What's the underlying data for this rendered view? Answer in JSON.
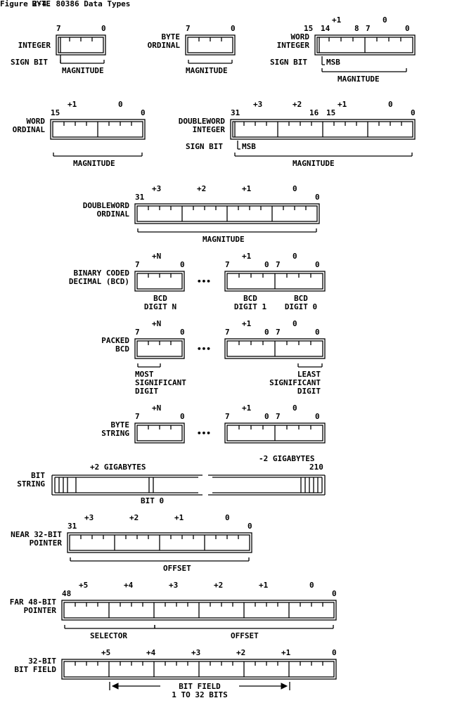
{
  "figure_title": "Figure 2-4.  80386 Data Types",
  "byte_integer": {
    "name_line1": "BYTE",
    "name_line2": "INTEGER",
    "bit_hi": "7",
    "bit_lo": "0",
    "sign_bit": "SIGN BIT",
    "magnitude": "MAGNITUDE"
  },
  "byte_ordinal": {
    "name_line1": "BYTE",
    "name_line2": "ORDINAL",
    "bit_hi": "7",
    "bit_lo": "0",
    "magnitude": "MAGNITUDE"
  },
  "word_integer": {
    "name_line1": "WORD",
    "name_line2": "INTEGER",
    "offset_hi": "+1",
    "offset_lo": "0",
    "bit_15": "15",
    "bit_14": "14",
    "bit_8": "8",
    "bit_7": "7",
    "bit_0": "0",
    "sign_bit": "SIGN BIT",
    "msb": "MSB",
    "magnitude": "MAGNITUDE"
  },
  "word_ordinal": {
    "name_line1": "WORD",
    "name_line2": "ORDINAL",
    "offset_hi": "+1",
    "offset_lo": "0",
    "bit_hi": "15",
    "bit_lo": "0",
    "magnitude": "MAGNITUDE"
  },
  "doubleword_integer": {
    "name_line1": "DOUBLEWORD",
    "name_line2": "INTEGER",
    "offset_3": "+3",
    "offset_2": "+2",
    "offset_1": "+1",
    "offset_0": "0",
    "bit_31": "31",
    "bit_16": "16",
    "bit_15": "15",
    "bit_0": "0",
    "sign_bit": "SIGN BIT",
    "msb": "MSB",
    "magnitude": "MAGNITUDE"
  },
  "doubleword_ordinal": {
    "name_line1": "DOUBLEWORD",
    "name_line2": "ORDINAL",
    "offset_3": "+3",
    "offset_2": "+2",
    "offset_1": "+1",
    "offset_0": "0",
    "bit_hi": "31",
    "bit_lo": "0",
    "magnitude": "MAGNITUDE"
  },
  "bcd": {
    "name_line1": "BINARY CODED",
    "name_line2": "DECIMAL (BCD)",
    "offset_n": "+N",
    "offset_1": "+1",
    "offset_0": "0",
    "bit_7": "7",
    "bit_0": "0",
    "ellipsis": "•••",
    "digit_n_line1": "BCD",
    "digit_n_line2": "DIGIT N",
    "digit_1_line1": "BCD",
    "digit_1_line2": "DIGIT 1",
    "digit_0_line1": "BCD",
    "digit_0_line2": "DIGIT 0"
  },
  "packed_bcd": {
    "name_line1": "PACKED",
    "name_line2": "BCD",
    "offset_n": "+N",
    "offset_1": "+1",
    "offset_0": "0",
    "bit_7": "7",
    "bit_0": "0",
    "ellipsis": "•••",
    "most_line1": "MOST",
    "most_line2": "SIGNIFICANT",
    "most_line3": "DIGIT",
    "least_line1": "LEAST",
    "least_line2": "SIGNIFICANT",
    "least_line3": "DIGIT"
  },
  "byte_string": {
    "name_line1": "BYTE",
    "name_line2": "STRING",
    "offset_n": "+N",
    "offset_1": "+1",
    "offset_0": "0",
    "bit_7": "7",
    "bit_0": "0",
    "ellipsis": "•••"
  },
  "bit_string": {
    "name_line1": "BIT",
    "name_line2": "STRING",
    "plus_2gb": "+2 GIGABYTES",
    "minus_2gb": "-2 GIGABYTES",
    "bits_210": "210",
    "bit_0": "BIT 0"
  },
  "near_pointer": {
    "name_line1": "NEAR 32-BIT",
    "name_line2": "POINTER",
    "offset_3": "+3",
    "offset_2": "+2",
    "offset_1": "+1",
    "offset_0": "0",
    "bit_hi": "31",
    "bit_lo": "0",
    "offset_label": "OFFSET"
  },
  "far_pointer": {
    "name_line1": "FAR 48-BIT",
    "name_line2": "POINTER",
    "offset_5": "+5",
    "offset_4": "+4",
    "offset_3": "+3",
    "offset_2": "+2",
    "offset_1": "+1",
    "offset_0": "0",
    "bit_hi": "48",
    "bit_lo": "0",
    "selector": "SELECTOR",
    "offset_label": "OFFSET"
  },
  "bit_field": {
    "name_line1": "32-BIT",
    "name_line2": "BIT FIELD",
    "offset_5": "+5",
    "offset_4": "+4",
    "offset_3": "+3",
    "offset_2": "+2",
    "offset_1": "+1",
    "offset_0": "0",
    "field_line1": "BIT FIELD",
    "field_line2": "1 TO 32 BITS"
  }
}
